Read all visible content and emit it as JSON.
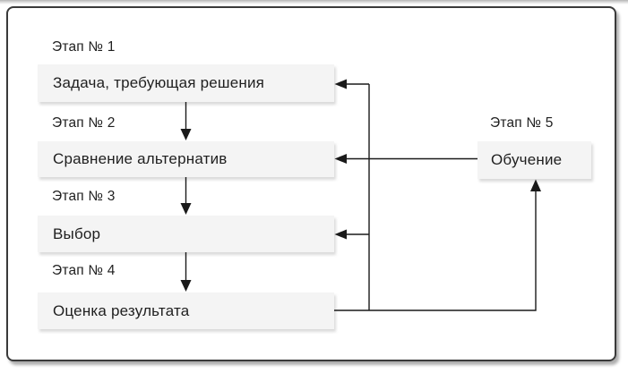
{
  "diagram": {
    "description": "decision-making-process-flowchart",
    "stages": [
      {
        "label": "Этап № 1",
        "box": "Задача, требующая решения"
      },
      {
        "label": "Этап № 2",
        "box": "Сравнение альтернатив"
      },
      {
        "label": "Этап № 3",
        "box": "Выбор"
      },
      {
        "label": "Этап № 4",
        "box": "Оценка результата"
      },
      {
        "label": "Этап № 5",
        "box": "Обучение"
      }
    ],
    "colors": {
      "box_background": "#f4f4f4",
      "text": "#1f1f1f",
      "line": "#1a1a1a",
      "frame_border": "#3a3a3a",
      "page_background": "#ffffff"
    }
  }
}
